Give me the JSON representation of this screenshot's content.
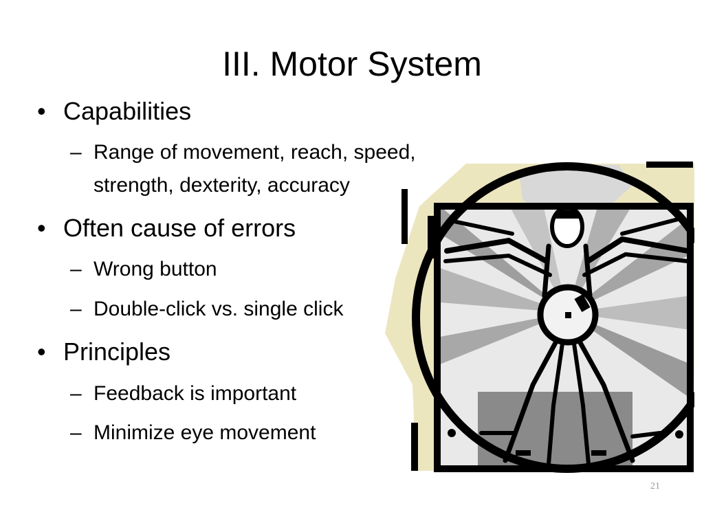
{
  "slide": {
    "title": "III. Motor System",
    "bullet_glyph": "•",
    "dash_glyph": "–",
    "sections": [
      {
        "heading": "Capabilities",
        "items": [
          "Range of movement, reach, speed,",
          "strength, dexterity, accuracy"
        ]
      },
      {
        "heading": "Often cause of errors",
        "items": [
          "Wrong button",
          "Double-click vs. single click"
        ]
      },
      {
        "heading": "Principles",
        "items": [
          "Feedback is important",
          "Minimize eye movement"
        ]
      }
    ],
    "page_number": "21"
  },
  "colors": {
    "background": "#ffffff",
    "text": "#000000",
    "clipart_beige": "#ece6bf",
    "clipart_grey": "#c8c8c8",
    "page_number": "#9a9a9a"
  },
  "icons": [
    "vitruvian-man-clipart"
  ]
}
